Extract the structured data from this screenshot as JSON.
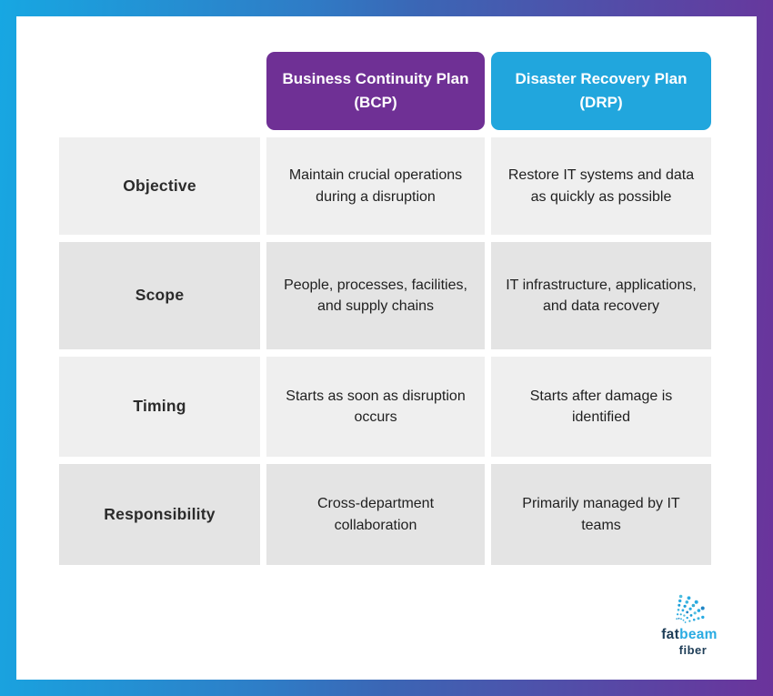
{
  "palette": {
    "frame_gradient_left": "#17A7E2",
    "frame_gradient_mid": "#3B66B5",
    "frame_gradient_right": "#6B339B",
    "bcp_header_bg": "#6F3095",
    "drp_header_bg": "#21A6DD",
    "row_light_bg": "#EFEFEF",
    "row_dark_bg": "#E4E4E4",
    "header_text": "#FFFFFF",
    "body_text": "#1F1F1F",
    "logo_dark": "#1E3D57",
    "logo_accent": "#29ABE2"
  },
  "table": {
    "columns": [
      {
        "id": "bcp",
        "label": "Business Continuity Plan (BCP)"
      },
      {
        "id": "drp",
        "label": "Disaster Recovery Plan (DRP)"
      }
    ],
    "rows": [
      {
        "label": "Objective",
        "bcp": "Maintain crucial operations during a disruption",
        "drp": "Restore IT systems and data as quickly as possible"
      },
      {
        "label": "Scope",
        "bcp": "People, processes, facilities, and supply chains",
        "drp": "IT infrastructure, applications, and data recovery"
      },
      {
        "label": "Timing",
        "bcp": "Starts as soon as disruption occurs",
        "drp": "Starts after damage is identified"
      },
      {
        "label": "Responsibility",
        "bcp": "Cross-department collaboration",
        "drp": "Primarily managed by IT teams"
      }
    ]
  },
  "logo": {
    "part_fat": "fat",
    "part_beam": "beam",
    "part_fiber": "fiber"
  }
}
